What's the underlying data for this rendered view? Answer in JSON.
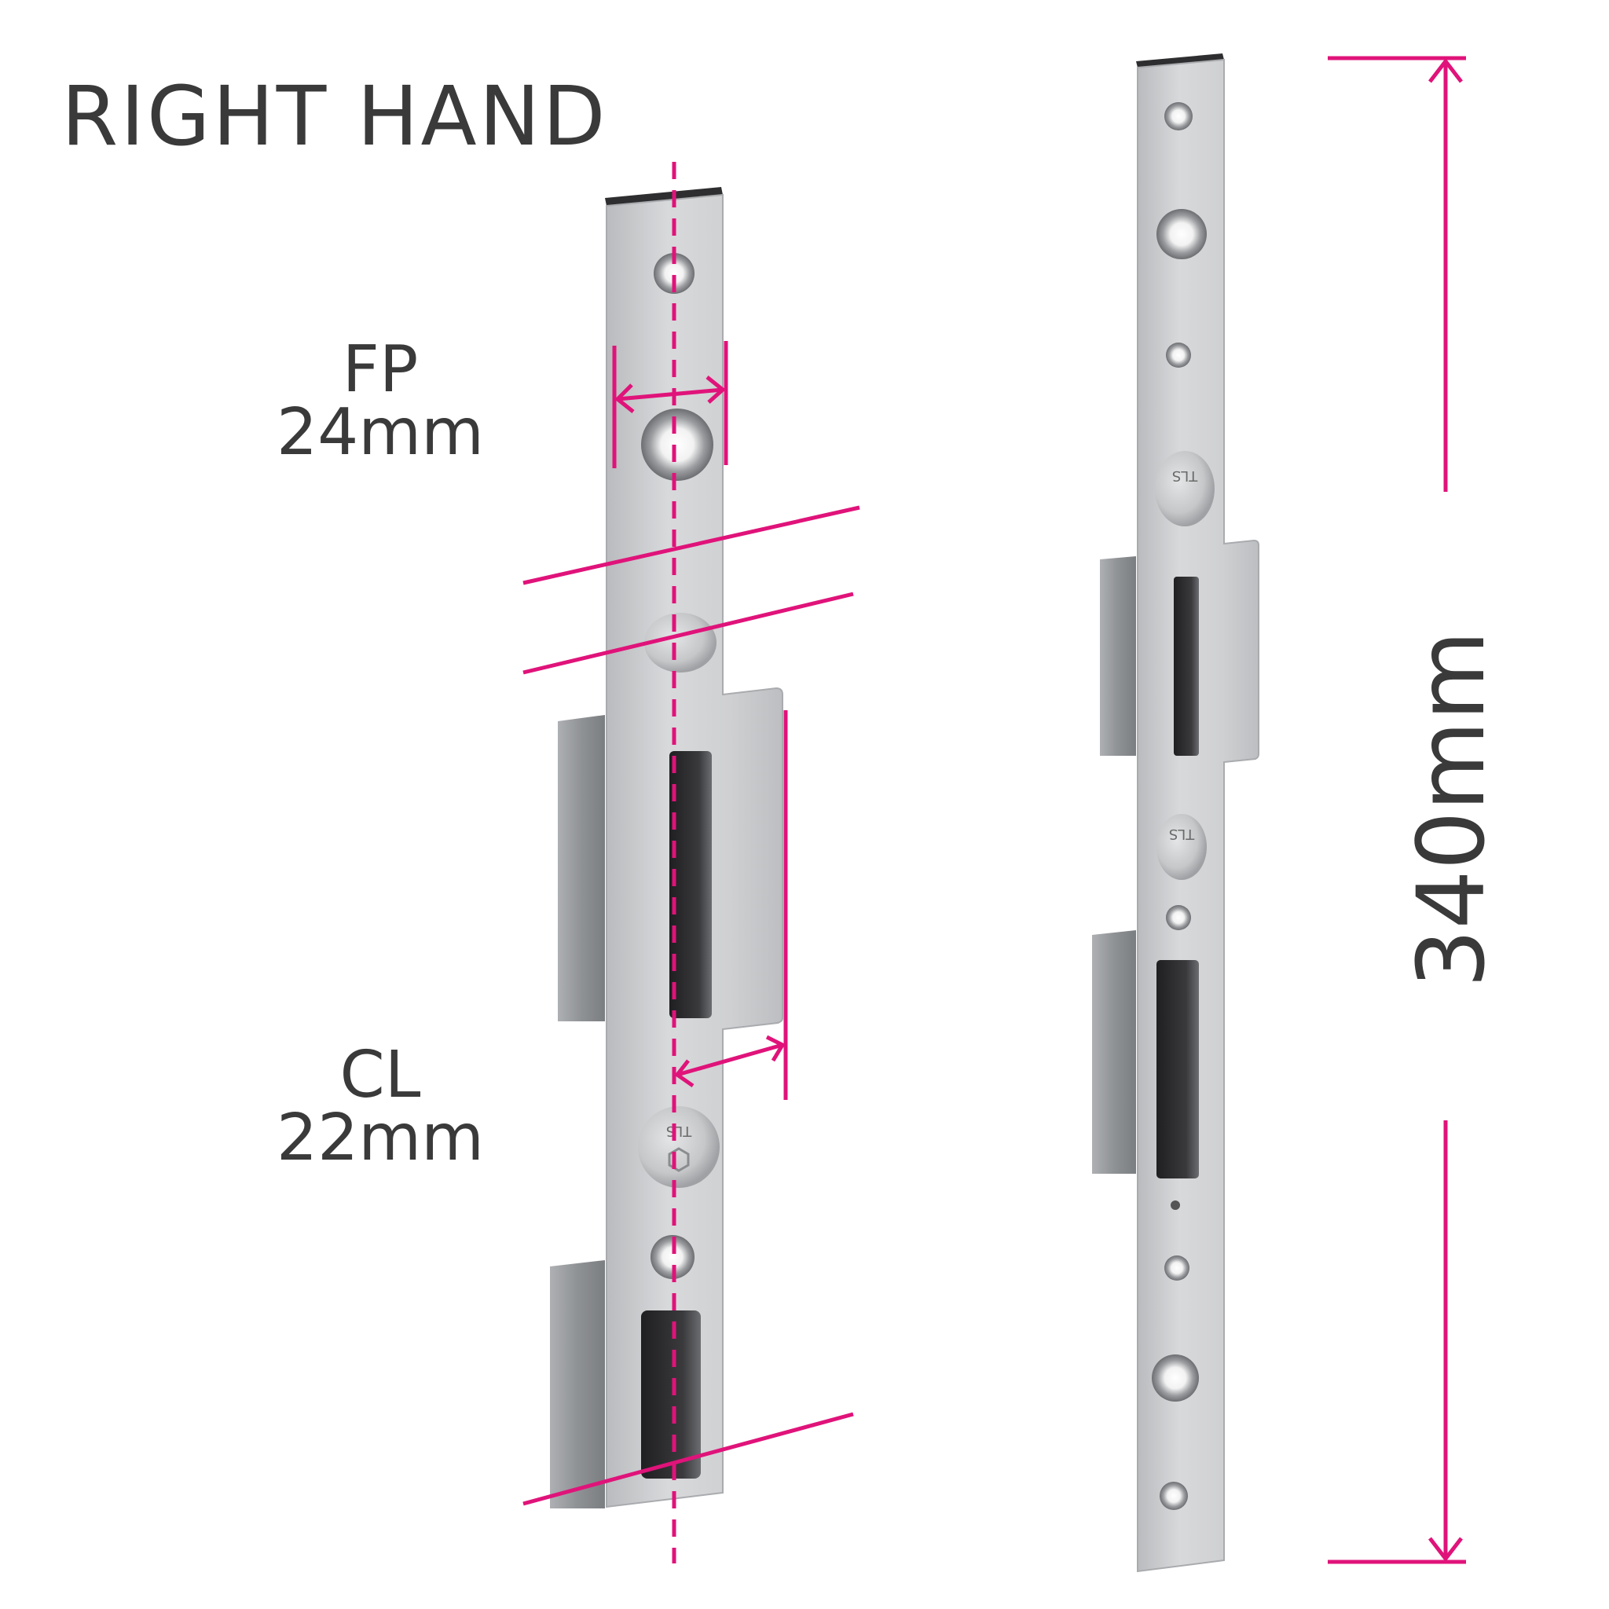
{
  "title": "RIGHT HAND",
  "dimensions": {
    "faceplate": {
      "label": "FP",
      "value": "24mm"
    },
    "centre_line": {
      "label": "CL",
      "value": "22mm"
    },
    "length": {
      "value": "340mm"
    }
  },
  "screw_marking": "TLS",
  "colors": {
    "dimension": "#e0137a",
    "metal_light": "#d2d3d5",
    "metal_dark": "#8e9194",
    "slot": "#2c2c2e",
    "text": "#3a3a3a"
  }
}
